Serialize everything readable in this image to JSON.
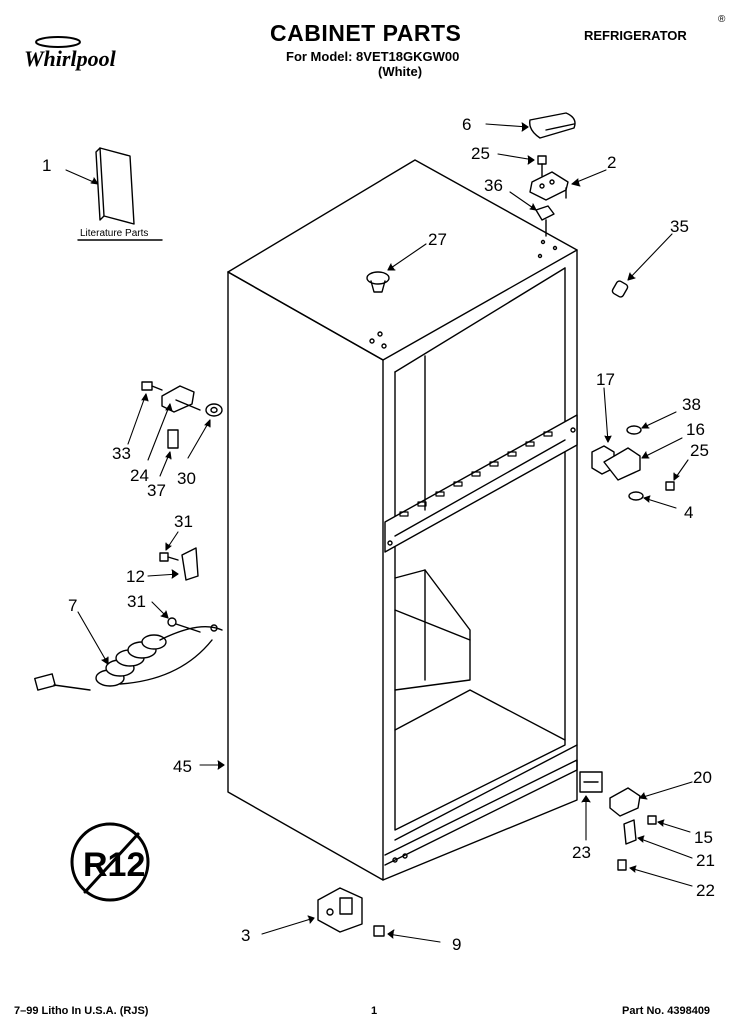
{
  "header": {
    "brand": "Whirlpool",
    "title": "CABINET PARTS",
    "model_line": "For Model: 8VET18GKGW00",
    "color_line": "(White)",
    "category": "REFRIGERATOR"
  },
  "literature_label": "Literature Parts",
  "callouts": [
    "6",
    "25",
    "2",
    "36",
    "1",
    "35",
    "27",
    "17",
    "38",
    "16",
    "25",
    "4",
    "33",
    "24",
    "37",
    "30",
    "31",
    "12",
    "31",
    "7",
    "45",
    "20",
    "15",
    "21",
    "23",
    "22",
    "3",
    "9"
  ],
  "badge_text": "R12",
  "footer": {
    "left": "7–99 Litho In U.S.A. (RJS)",
    "page": "1",
    "part_no": "Part No. 4398409"
  }
}
